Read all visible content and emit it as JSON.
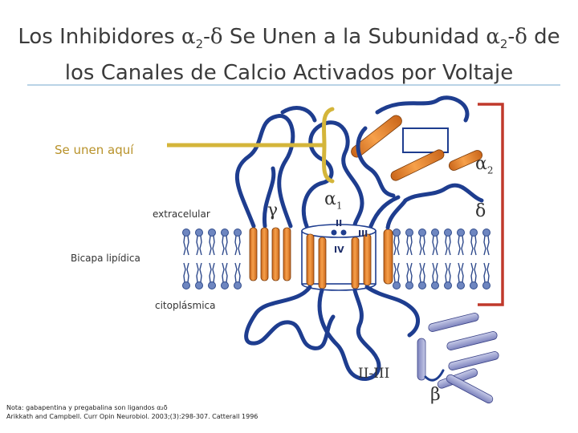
{
  "slide": {
    "title_part1": "Los Inhibidores ",
    "title_alpha": "α",
    "title_sub": "2",
    "title_delta": "-δ",
    "title_part2": "  Se Unen a la Subunidad  ",
    "title_alpha2": "α",
    "title_sub2": "2",
    "title_delta2": "-δ",
    "title_part3": " de",
    "title_line2": "los Canales de Calcio Activados por Voltaje"
  },
  "labels": {
    "binding_site": "Se unen aquí",
    "extracellular": "extracelular",
    "bilayer": "Bicapa lipídica",
    "cytoplasmic": "citoplásmica",
    "gamma": "γ",
    "alpha1": "α",
    "alpha1_sub": "1",
    "alpha2": "α",
    "alpha2_sub": "2",
    "delta": "δ",
    "beta": "β",
    "loop": "II-III",
    "domain_II": "II",
    "domain_III": "III",
    "domain_IV": "IV"
  },
  "footnote": {
    "line1": "Nota: gabapentina y pregabalina son ligandos α₂δ",
    "line2": "Arikkath and Campbell. Curr Opin Neurobiol. 2003;(3):298-307. Catterall 1996"
  },
  "colors": {
    "binding_marker": "#d4b53a",
    "alpha2delta_bracket": "#c0392b",
    "chain": "#1e3d8f",
    "helix": "#ee8a2a",
    "lipid": "#4a66a8",
    "beta_helix": "#8a90c6",
    "title_rule": "#b9d3e6"
  }
}
